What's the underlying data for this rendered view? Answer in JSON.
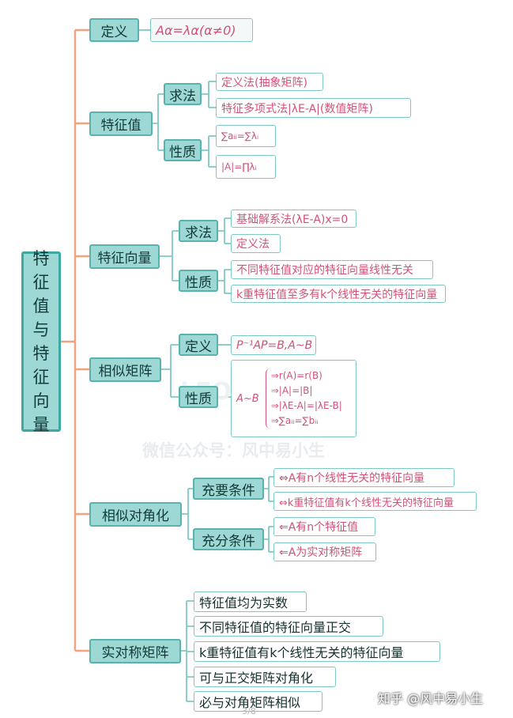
{
  "root": {
    "chars": [
      "特",
      "征",
      "值",
      "与",
      "特",
      "征",
      "向",
      "量"
    ]
  },
  "sections": [
    {
      "label": "定义",
      "items": [
        {
          "text": "Aα=λα(α≠0)"
        }
      ]
    },
    {
      "label": "特征值",
      "subs": [
        {
          "label": "求法",
          "items": [
            "定义法(抽象矩阵)",
            "特征多项式法|λE-A|(数值矩阵)"
          ]
        },
        {
          "label": "性质",
          "items": [
            "∑aᵢᵢ=∑λᵢ",
            "|A|=∏λᵢ"
          ]
        }
      ]
    },
    {
      "label": "特征向量",
      "subs": [
        {
          "label": "求法",
          "items": [
            "基础解系法(λE-A)x=0",
            "定义法"
          ]
        },
        {
          "label": "性质",
          "items": [
            "不同特征值对应的特征向量线性无关",
            "k重特征值至多有k个线性无关的特征向量"
          ]
        }
      ]
    },
    {
      "label": "相似矩阵",
      "subs": [
        {
          "label": "定义",
          "items": [
            "P⁻¹AP=B,A~B"
          ]
        },
        {
          "label": "性质",
          "lead": "A~B",
          "lines": [
            "⇒r(A)=r(B)",
            "⇒|A|=|B|",
            "⇒|λE-A|=|λE-B|",
            "⇒∑aᵢᵢ=∑bᵢᵢ"
          ]
        }
      ]
    },
    {
      "label": "相似对角化",
      "subs": [
        {
          "label": "充要条件",
          "items": [
            "⇔A有n个线性无关的特征向量",
            "⇔k重特征值有k个线性无关的特征向量"
          ]
        },
        {
          "label": "充分条件",
          "items": [
            "⇐A有n个特征值",
            "⇐A为实对称矩阵"
          ]
        }
      ]
    },
    {
      "label": "实对称矩阵",
      "items": [
        "特征值均为实数",
        "不同特征值的特征向量正交",
        "k重特征值有k个线性无关的特征向量",
        "可与正交矩阵对角化",
        "必与对角矩阵相似"
      ]
    }
  ],
  "watermark": {
    "text": "微信公众号：风中易小生",
    "logo": "LEO·ROAD"
  },
  "credit": "知乎 @风中易小生",
  "page_number": "3/8",
  "colors": {
    "connector": "#f0a37e",
    "node_fill": "#9ed8d4",
    "node_border": "#56b3ae",
    "formula": "#d25277"
  }
}
